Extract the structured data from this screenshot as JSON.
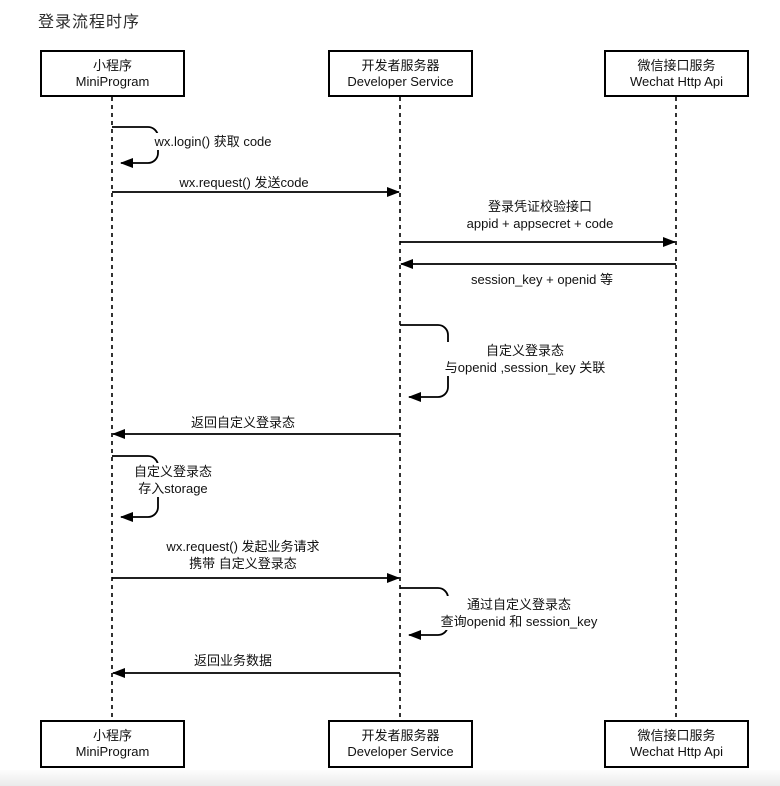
{
  "title": "登录流程时序",
  "colors": {
    "line": "#000000",
    "text": "#111111",
    "background": "#ffffff",
    "footer_strip": "#eaeaea"
  },
  "actors": [
    {
      "name_cn": "小程序",
      "name_en": "MiniProgram"
    },
    {
      "name_cn": "开发者服务器",
      "name_en": "Developer Service"
    },
    {
      "name_cn": "微信接口服务",
      "name_en": "Wechat Http Api"
    }
  ],
  "messages": [
    {
      "type": "self-message",
      "actor": "MiniProgram",
      "lines": [
        "wx.login() 获取 code"
      ]
    },
    {
      "type": "arrow",
      "from": "MiniProgram",
      "to": "Developer Service",
      "lines": [
        "wx.request() 发送code"
      ]
    },
    {
      "type": "arrow",
      "from": "Developer Service",
      "to": "Wechat Http Api",
      "lines": [
        "登录凭证校验接口",
        "appid + appsecret + code"
      ]
    },
    {
      "type": "arrow",
      "from": "Wechat Http Api",
      "to": "Developer Service",
      "lines": [
        "session_key + openid 等"
      ]
    },
    {
      "type": "self-message",
      "actor": "Developer Service",
      "lines": [
        "自定义登录态",
        "与openid ,session_key 关联"
      ]
    },
    {
      "type": "arrow",
      "from": "Developer Service",
      "to": "MiniProgram",
      "lines": [
        "返回自定义登录态"
      ]
    },
    {
      "type": "self-message",
      "actor": "MiniProgram",
      "lines": [
        "自定义登录态",
        "存入storage"
      ]
    },
    {
      "type": "arrow",
      "from": "MiniProgram",
      "to": "Developer Service",
      "lines": [
        "wx.request() 发起业务请求",
        "携带 自定义登录态"
      ]
    },
    {
      "type": "self-message",
      "actor": "Developer Service",
      "lines": [
        "通过自定义登录态",
        "查询openid 和 session_key"
      ]
    },
    {
      "type": "arrow",
      "from": "Developer Service",
      "to": "MiniProgram",
      "lines": [
        "返回业务数据"
      ]
    }
  ]
}
